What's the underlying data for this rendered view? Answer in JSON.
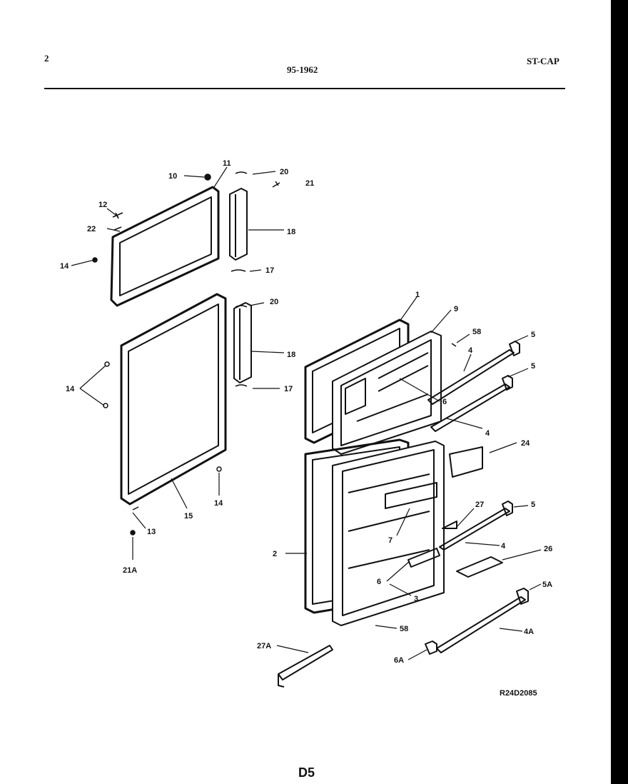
{
  "header": {
    "page_number": "2",
    "doc_number": "95-1962",
    "model_code": "ST-CAP"
  },
  "footer": {
    "page_label": "D5",
    "drawing_code": "R24D2085"
  },
  "callouts": {
    "c10": "10",
    "c11": "11",
    "c20a": "20",
    "c21": "21",
    "c12": "12",
    "c22": "22",
    "c18a": "18",
    "c14a": "14",
    "c17a": "17",
    "c20b": "20",
    "c14b": "14",
    "c18b": "18",
    "c17b": "17",
    "c14c": "14",
    "c15": "15",
    "c13": "13",
    "c21a": "21A",
    "c1": "1",
    "c9": "9",
    "c58a": "58",
    "c5a": "5",
    "c4a": "4",
    "c5b": "5",
    "c6a": "6",
    "c4b": "4",
    "c24": "24",
    "c27": "27",
    "c5c": "5",
    "c7": "7",
    "c2": "2",
    "c4c": "4",
    "c26": "26",
    "c6b": "6",
    "c3": "3",
    "c5A": "5A",
    "c58b": "58",
    "c4A": "4A",
    "c27A": "27A",
    "c6A": "6A"
  }
}
